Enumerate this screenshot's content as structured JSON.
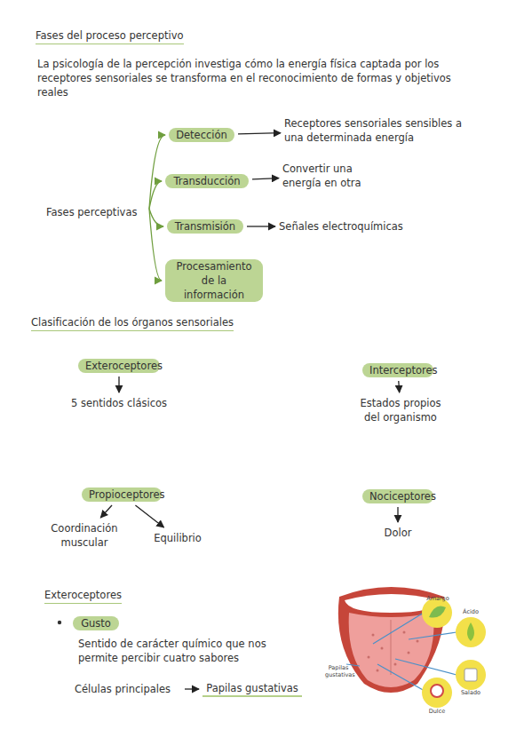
{
  "diagram": {
    "title": "Fases del proceso perceptivo",
    "nodes": [
      {
        "text": [
          "Fases perceptivas"
        ]
      },
      {
        "text": [
          "Detección"
        ]
      },
      {
        "text": [
          "Receptores sensoriales sensibles a una determinada energía"
        ]
      },
      {
        "text": [
          "Transducción"
        ]
      },
      {
        "text": [
          "Convertir una energía en otra"
        ]
      },
      {
        "text": [
          "Transmisión"
        ]
      },
      {
        "text": [
          "Señales electroquímicas"
        ]
      },
      {
        "text": [
          "Procesamiento de la información"
        ]
      },
      {
        "text": [
          "Exteroceptores"
        ]
      },
      {
        "text": [
          "5 sentidos clásicos"
        ]
      },
      {
        "text": [
          "Interceptores"
        ]
      },
      {
        "text": [
          "Estados propios del organismo"
        ]
      },
      {
        "text": [
          "Propioceptores"
        ]
      },
      {
        "text": [
          "Coordinación muscular"
        ]
      },
      {
        "text": [
          "Equilibrio"
        ]
      },
      {
        "text": [
          "Nociceptores"
        ]
      },
      {
        "text": [
          "Dolor"
        ]
      },
      {
        "text": [
          "Gusto"
        ]
      },
      {
        "text": [
          "Células principales"
        ]
      },
      {
        "text": [
          "Papilas gustativas"
        ]
      }
    ],
    "edges": [
      {
        "from": 0,
        "to": 1,
        "arrow": "to"
      },
      {
        "from": 0,
        "to": 3,
        "arrow": "to"
      },
      {
        "from": 0,
        "to": 5,
        "arrow": "to"
      },
      {
        "from": 0,
        "to": 7,
        "arrow": "to"
      },
      {
        "from": 1,
        "to": 2,
        "arrow": "to"
      },
      {
        "from": 3,
        "to": 4,
        "arrow": "to"
      },
      {
        "from": 5,
        "to": 6,
        "arrow": "to"
      },
      {
        "from": 8,
        "to": 9,
        "arrow": "to"
      },
      {
        "from": 10,
        "to": 11,
        "arrow": "to"
      },
      {
        "from": 12,
        "to": 13,
        "arrow": "to"
      },
      {
        "from": 12,
        "to": 14,
        "arrow": "to"
      },
      {
        "from": 15,
        "to": 16,
        "arrow": "to"
      },
      {
        "from": 18,
        "to": 19,
        "arrow": "to"
      }
    ],
    "labels": [
      "La psicología de la percepción investiga cómo la energía física captada por los receptores sensoriales se transforma en el reconocimiento de formas y objetivos reales",
      "Clasificación de los órganos sensoriales",
      "Exteroceptores",
      "Sentido de carácter químico que nos permite percibir cuatro sabores",
      "Amargo",
      "Ácido",
      "Papilas gustativas",
      "Salado",
      "Dulce"
    ]
  }
}
